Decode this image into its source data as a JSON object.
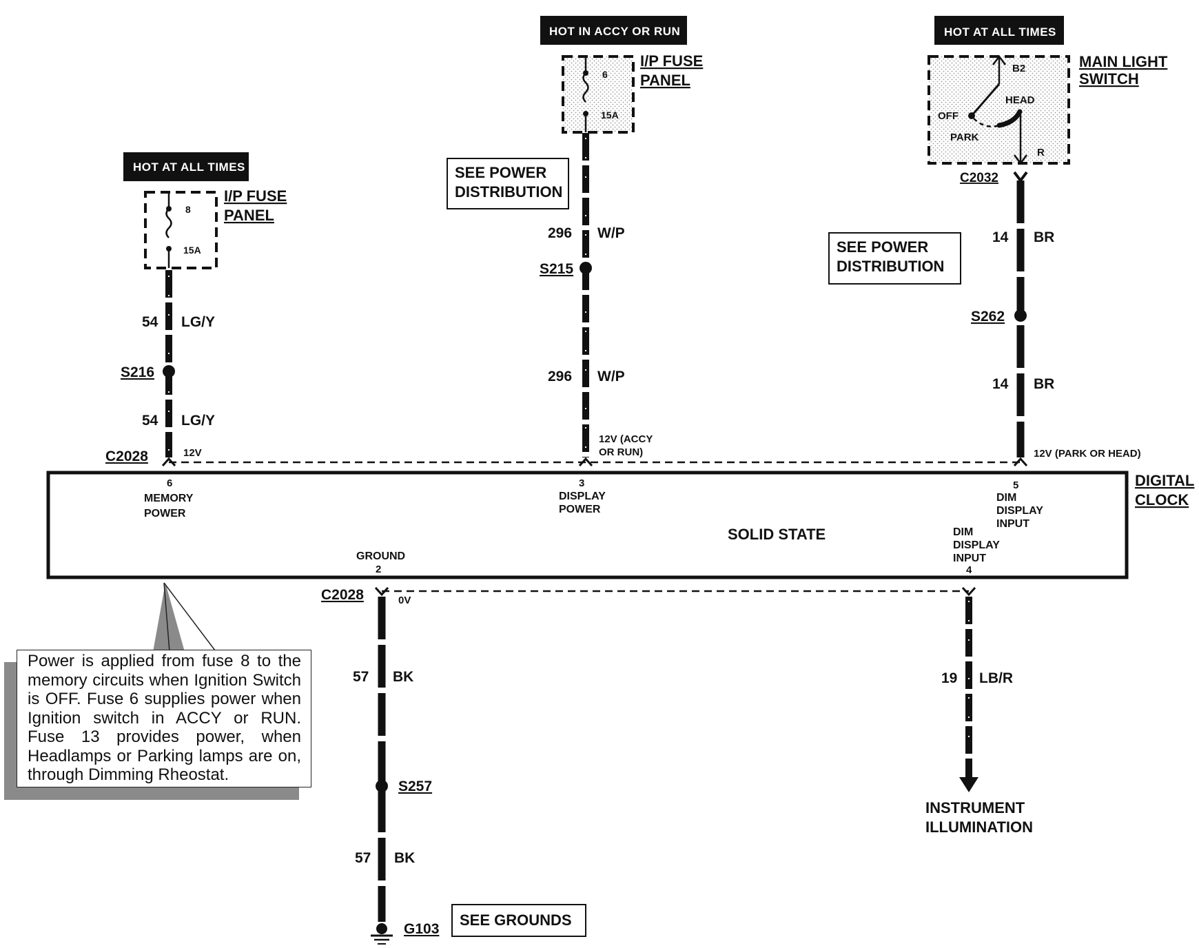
{
  "headers": {
    "left": "HOT AT ALL TIMES",
    "center": "HOT IN ACCY OR RUN",
    "right": "HOT AT ALL TIMES"
  },
  "fuse_left": {
    "name_line1": "I/P FUSE",
    "name_line2": "PANEL",
    "fuse_num": "8",
    "rating": "15A"
  },
  "fuse_center": {
    "name_line1": "I/P FUSE",
    "name_line2": "PANEL",
    "fuse_num": "6",
    "rating": "15A"
  },
  "main_switch": {
    "name_line1": "MAIN LIGHT",
    "name_line2": "SWITCH",
    "b2": "B2",
    "head": "HEAD",
    "off": "OFF",
    "park": "PARK",
    "r": "R",
    "connector": "C2032"
  },
  "see_power_1": {
    "line1": "SEE POWER",
    "line2": "DISTRIBUTION"
  },
  "see_power_2": {
    "line1": "SEE POWER",
    "line2": "DISTRIBUTION"
  },
  "see_grounds": "SEE GROUNDS",
  "wires": {
    "left_upper": {
      "circuit": "54",
      "color": "LG/Y"
    },
    "left_lower": {
      "circuit": "54",
      "color": "LG/Y"
    },
    "center_upper": {
      "circuit": "296",
      "color": "W/P"
    },
    "center_lower": {
      "circuit": "296",
      "color": "W/P"
    },
    "right_upper": {
      "circuit": "14",
      "color": "BR"
    },
    "right_lower": {
      "circuit": "14",
      "color": "BR"
    },
    "ground_upper": {
      "circuit": "57",
      "color": "BK"
    },
    "ground_lower": {
      "circuit": "57",
      "color": "BK"
    },
    "illum": {
      "circuit": "19",
      "color": "LB/R"
    }
  },
  "splices": {
    "s216": "S216",
    "s215": "S215",
    "s262": "S262",
    "s257": "S257",
    "g103": "G103"
  },
  "connectors": {
    "top": "C2028",
    "bottom": "C2028"
  },
  "voltages": {
    "memory": "12V",
    "display_line1": "12V (ACCY",
    "display_line2": "OR RUN)",
    "dim": "12V (PARK OR HEAD)",
    "ground": "0V"
  },
  "clock": {
    "name_line1": "DIGITAL",
    "name_line2": "CLOCK",
    "internal": "SOLID STATE",
    "pin6": {
      "num": "6",
      "line1": "MEMORY",
      "line2": "POWER"
    },
    "pin3": {
      "num": "3",
      "line1": "DISPLAY",
      "line2": "POWER"
    },
    "pin5": {
      "num": "5",
      "line1": "DIM",
      "line2": "DISPLAY",
      "line3": "INPUT"
    },
    "pin2": {
      "num": "2",
      "line1": "GROUND"
    },
    "pin4": {
      "num": "4",
      "line1": "DIM",
      "line2": "DISPLAY",
      "line3": "INPUT"
    }
  },
  "illumination": {
    "line1": "INSTRUMENT",
    "line2": "ILLUMINATION"
  },
  "note": "Power is applied from fuse 8 to the memory circuits when Ignition Switch is OFF.  Fuse 6 supplies power when Ignition switch in ACCY or RUN. Fuse 13 provides power, when Headlamps or Parking lamps are on, through Dimming Rheostat."
}
